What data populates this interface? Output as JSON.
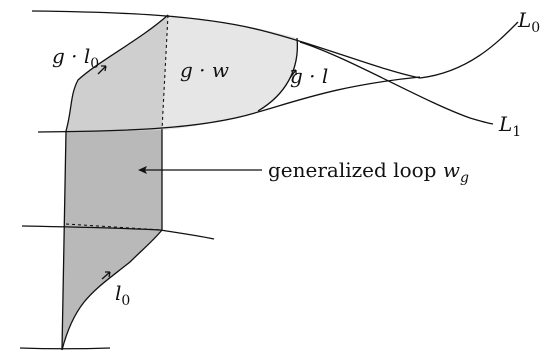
{
  "labels": {
    "L0": "L",
    "L0_sub": "0",
    "L1": "L",
    "L1_sub": "1",
    "g_l0": "g · l",
    "g_l0_sub": "0",
    "g_w": "g · w",
    "g_l": "g · l",
    "loop_text": "generalized loop ",
    "loop_var": "w",
    "loop_sub": "g",
    "l0": "l",
    "l0_sub": "0"
  },
  "colors": {
    "light_region": "#e6e6e6",
    "dark_region": "#b9b9b9",
    "stroke": "#111111"
  }
}
